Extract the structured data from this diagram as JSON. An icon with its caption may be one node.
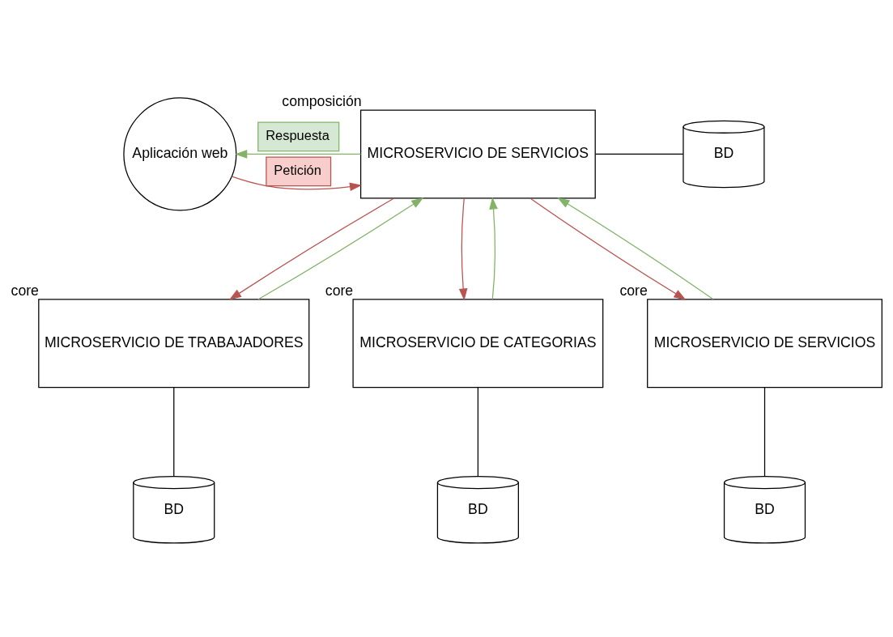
{
  "diagram": {
    "nodes": [
      {
        "text": [
          "Aplicación web"
        ]
      },
      {
        "text": [
          "MICROSERVICIO DE SERVICIOS"
        ],
        "beside": [
          "composición"
        ]
      },
      {
        "text": [
          "BD"
        ]
      },
      {
        "text": [
          "MICROSERVICIO DE TRABAJADORES"
        ],
        "beside": [
          "core"
        ]
      },
      {
        "text": [
          "MICROSERVICIO DE CATEGORIAS"
        ],
        "beside": [
          "core"
        ]
      },
      {
        "text": [
          "MICROSERVICIO DE SERVICIOS"
        ],
        "beside": [
          "core"
        ]
      },
      {
        "text": [
          "BD"
        ]
      },
      {
        "text": [
          "BD"
        ]
      },
      {
        "text": [
          "BD"
        ]
      }
    ],
    "edges": [
      {
        "from": 0,
        "to": 1,
        "arrow": "to",
        "label": "Petición",
        "color": "#b85450"
      },
      {
        "from": 1,
        "to": 0,
        "arrow": "to",
        "label": "Respuesta",
        "color": "#82b366"
      },
      {
        "from": 1,
        "to": 2,
        "arrow": "none",
        "color": "#000000"
      },
      {
        "from": 1,
        "to": 3,
        "arrow": "to",
        "color": "#b85450"
      },
      {
        "from": 3,
        "to": 1,
        "arrow": "to",
        "color": "#82b366"
      },
      {
        "from": 1,
        "to": 4,
        "arrow": "to",
        "color": "#b85450"
      },
      {
        "from": 4,
        "to": 1,
        "arrow": "to",
        "color": "#82b366"
      },
      {
        "from": 1,
        "to": 5,
        "arrow": "to",
        "color": "#b85450"
      },
      {
        "from": 5,
        "to": 1,
        "arrow": "to",
        "color": "#82b366"
      },
      {
        "from": 3,
        "to": 6,
        "arrow": "none",
        "color": "#000000"
      },
      {
        "from": 4,
        "to": 7,
        "arrow": "none",
        "color": "#000000"
      },
      {
        "from": 5,
        "to": 8,
        "arrow": "none",
        "color": "#000000"
      }
    ]
  }
}
